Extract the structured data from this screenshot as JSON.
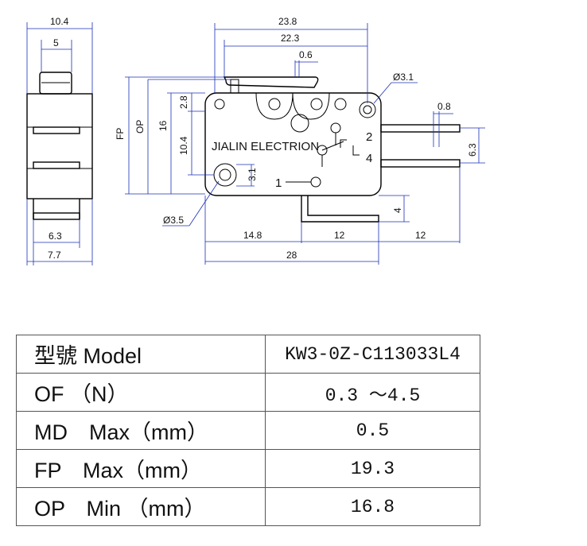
{
  "drawing": {
    "brand": "JIALIN ELECTRION",
    "pins": {
      "p1": "1",
      "p2": "2",
      "p4": "4"
    },
    "dims": {
      "d10_4_top": "10.4",
      "d5": "5",
      "d6_3_bottom": "6.3",
      "d7_7": "7.7",
      "d23_8": "23.8",
      "d22_3": "22.3",
      "d0_6": "0.6",
      "d3_1_hole": "Ø3.1",
      "d0_8": "0.8",
      "d6_3_pins": "6.3",
      "fp": "FP",
      "op": "OP",
      "d16": "16",
      "d10_4_side": "10.4",
      "d2_8": "2.8",
      "d3_1": "3.1",
      "d3_5": "Ø3.5",
      "d4": "4",
      "d14_8": "14.8",
      "d12_a": "12",
      "d12_b": "12",
      "d28": "28"
    }
  },
  "table": {
    "rows": [
      {
        "label": "型號 Model",
        "value": "KW3-0Z-C113033L4"
      },
      {
        "label": "OF （N）",
        "value": "0.3 ～4.5"
      },
      {
        "label": "MD　Max（mm）",
        "value": "0.5"
      },
      {
        "label": "FP　Max（mm）",
        "value": "19.3"
      },
      {
        "label": "OP　Min （mm）",
        "value": "16.8"
      }
    ]
  }
}
